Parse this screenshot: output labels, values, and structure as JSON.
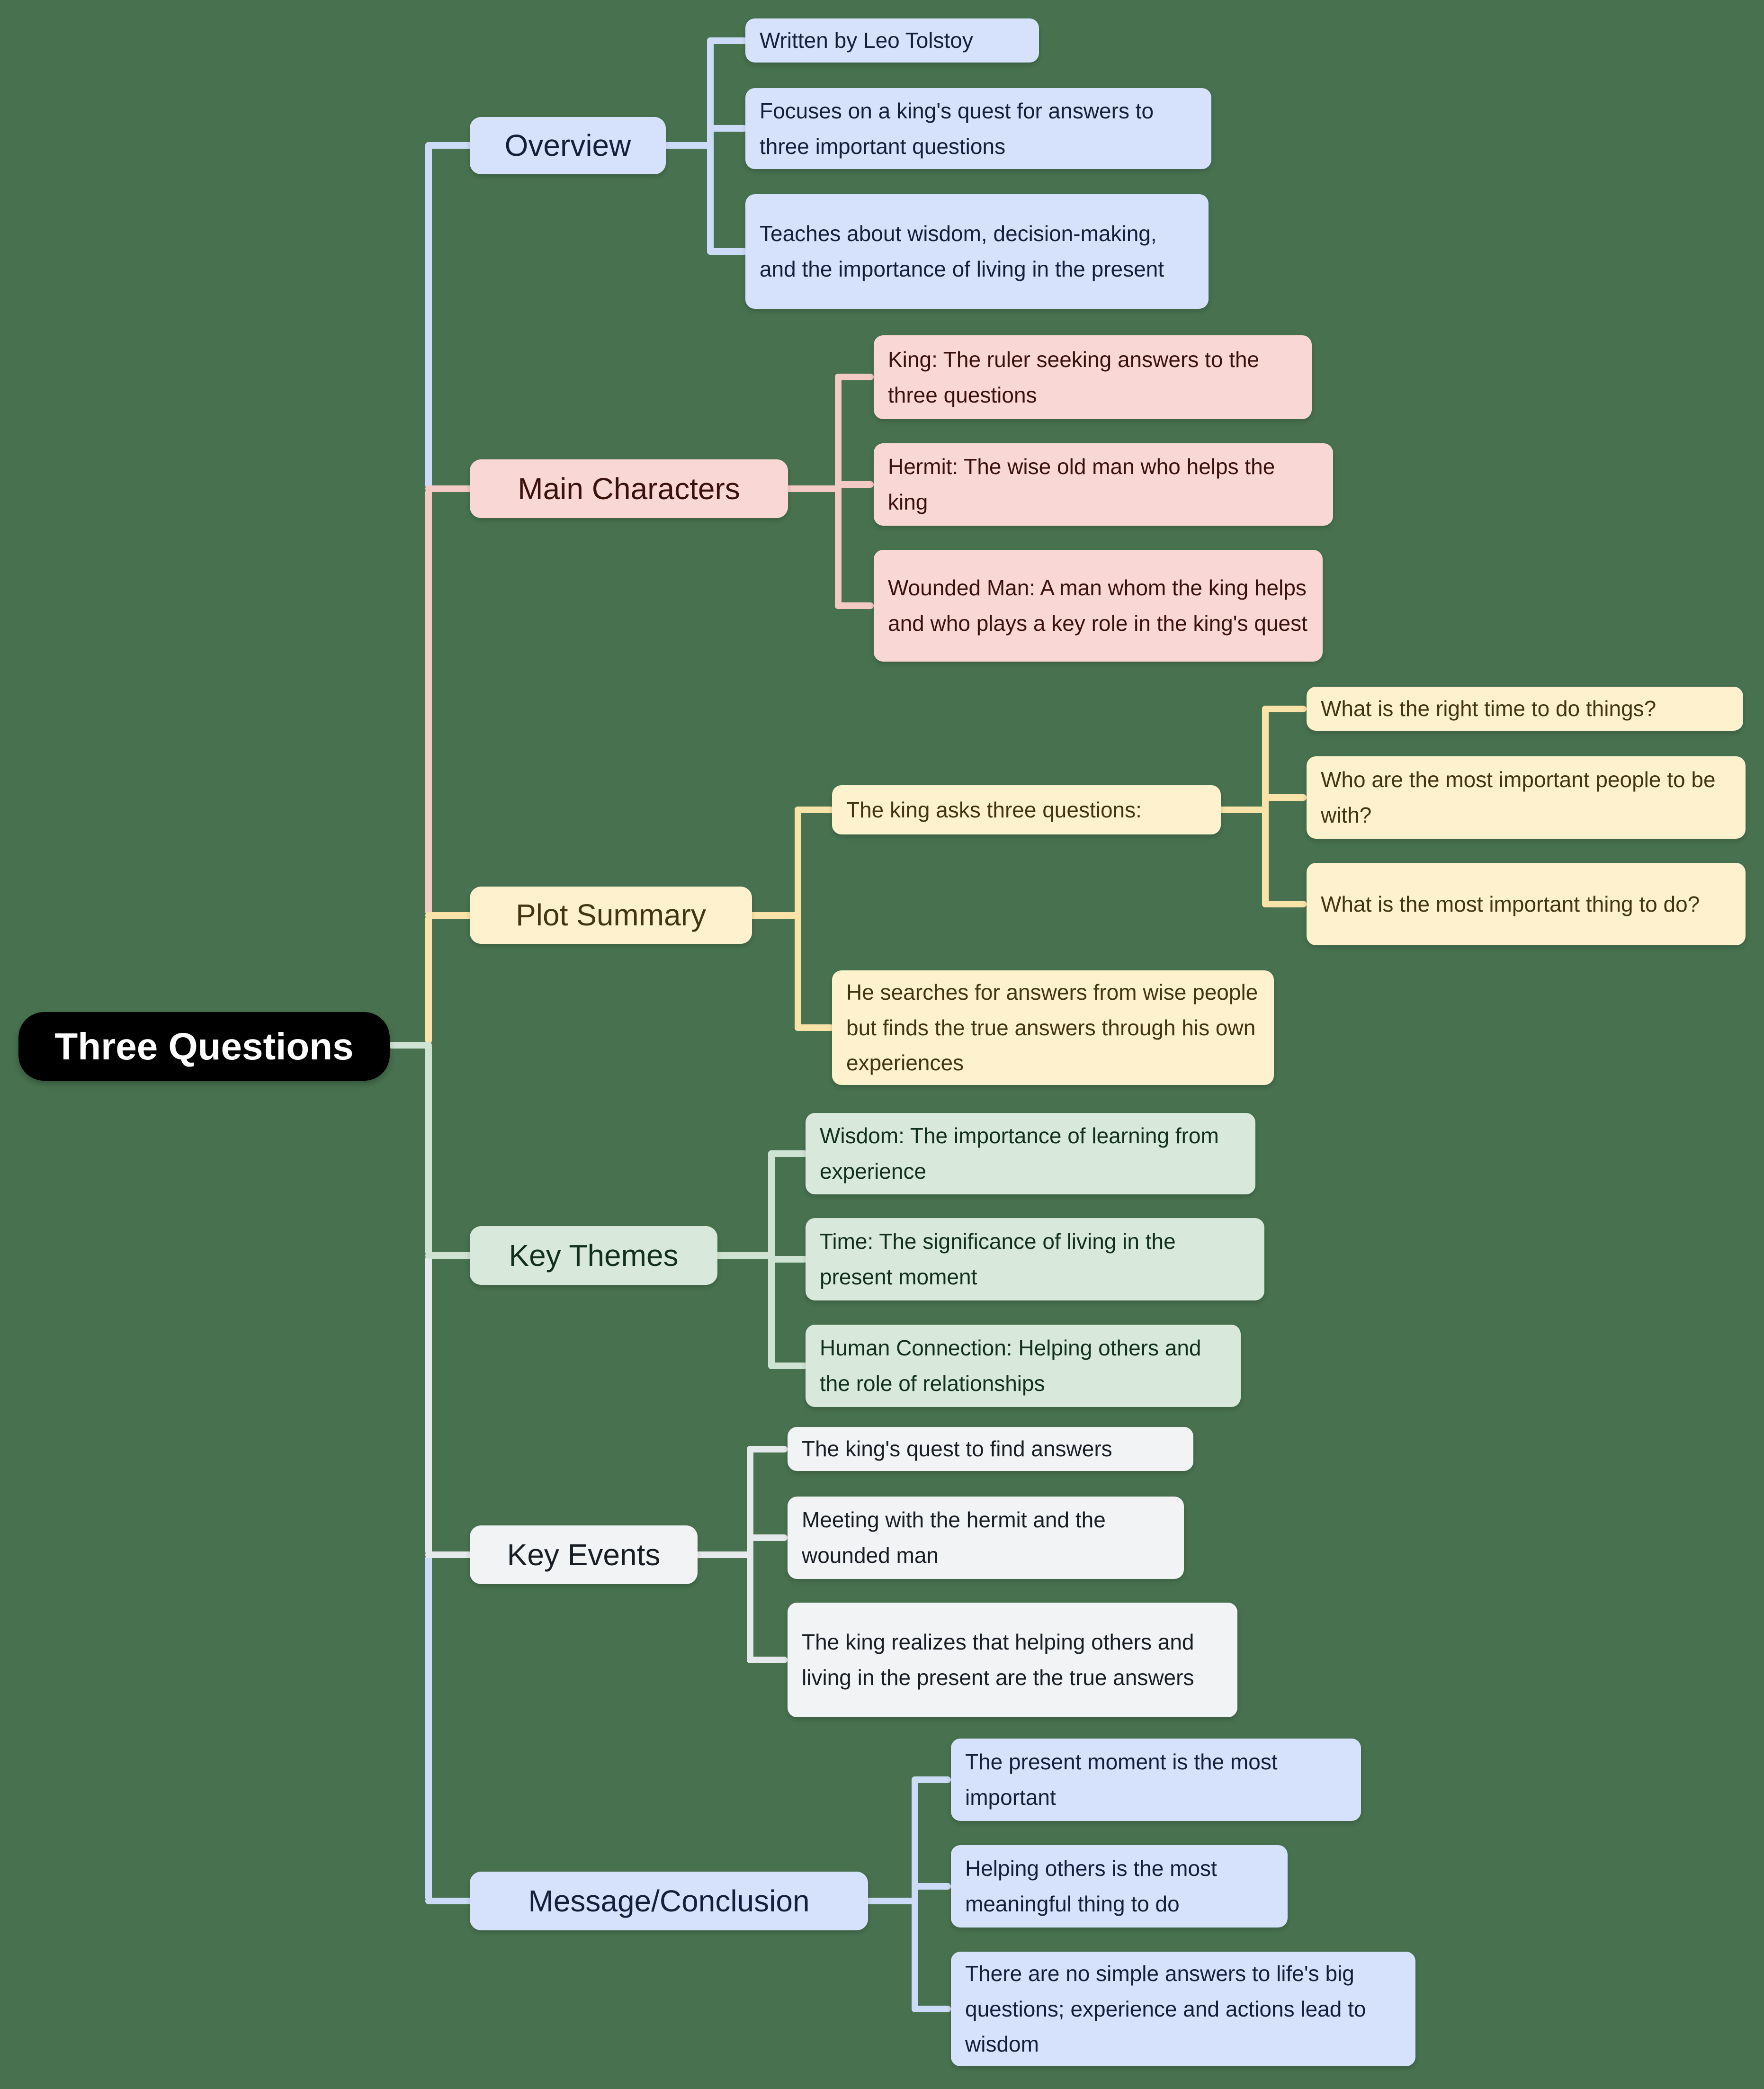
{
  "background_color": "#47714f",
  "root": {
    "label": "Three Questions",
    "bg_color": "#000000",
    "text_color": "#ffffff",
    "connector_color": "#cfe3d2"
  },
  "branches": [
    {
      "label": "Overview",
      "box_bg": "#d6e2fb",
      "text_color": "#141f3c",
      "connector_color": "#ccdcf8",
      "children": [
        {
          "text": "Written by Leo Tolstoy"
        },
        {
          "text": "Focuses on a king's quest for answers to three important questions"
        },
        {
          "text": "Teaches about wisdom, decision-making, and the importance of living in the present"
        }
      ]
    },
    {
      "label": "Main Characters",
      "box_bg": "#f9d7d4",
      "text_color": "#3b110e",
      "connector_color": "#f3cac6",
      "children": [
        {
          "text": "King: The ruler seeking answers to the three questions"
        },
        {
          "text": "Hermit: The wise old man who helps the king"
        },
        {
          "text": "Wounded Man: A man whom the king helps and who plays a key role in the king's quest"
        }
      ]
    },
    {
      "label": "Plot Summary",
      "box_bg": "#fdf2cd",
      "text_color": "#433512",
      "connector_color": "#fae3a9",
      "children": [
        {
          "text": "The king asks three questions:",
          "children": [
            {
              "text": "What is the right time to do things?"
            },
            {
              "text": "Who are the most important people to be with?"
            },
            {
              "text": "What is the most important thing to do?"
            }
          ]
        },
        {
          "text": "He searches for answers from wise people but finds the true answers through his own experiences"
        }
      ]
    },
    {
      "label": "Key Themes",
      "box_bg": "#d8e8da",
      "text_color": "#12301b",
      "connector_color": "#cfe3d2",
      "children": [
        {
          "text": "Wisdom: The importance of learning from experience"
        },
        {
          "text": "Time: The significance of living in the present moment"
        },
        {
          "text": "Human Connection: Helping others and the role of relationships"
        }
      ]
    },
    {
      "label": "Key Events",
      "box_bg": "#f2f3f4",
      "text_color": "#191e25",
      "connector_color": "#e6e9eb",
      "children": [
        {
          "text": "The king's quest to find answers"
        },
        {
          "text": "Meeting with the hermit and the wounded man"
        },
        {
          "text": "The king realizes that helping others and living in the present are the true answers"
        }
      ]
    },
    {
      "label": "Message/Conclusion",
      "box_bg": "#d6e2fb",
      "text_color": "#141f3c",
      "connector_color": "#ccdcf8",
      "children": [
        {
          "text": "The present moment is the most important"
        },
        {
          "text": "Helping others is the most meaningful thing to do"
        },
        {
          "text": "There are no simple answers to life's big questions; experience and actions lead to wisdom"
        }
      ]
    }
  ]
}
